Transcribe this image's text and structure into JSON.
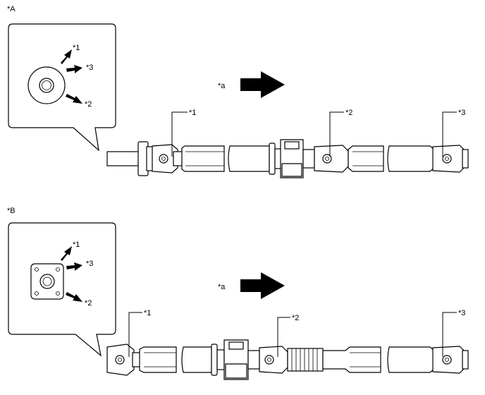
{
  "diagram": {
    "section_a": {
      "label": "*A",
      "callout_1": "*1",
      "callout_2": "*2",
      "callout_3": "*3",
      "direction_label": "*a"
    },
    "section_b": {
      "label": "*B",
      "callout_1": "*1",
      "callout_2": "*2",
      "callout_3": "*3",
      "direction_label": "*a"
    }
  },
  "icons": {
    "arrow": "arrow-icon",
    "direction": "direction-arrow-icon"
  }
}
